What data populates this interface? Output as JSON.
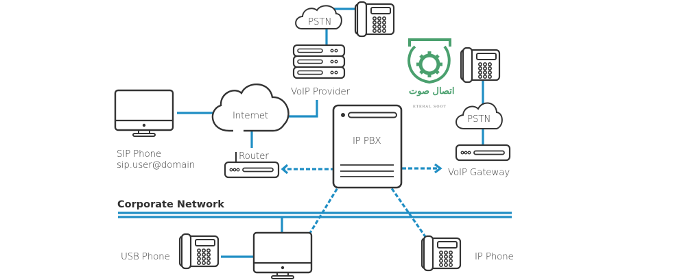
{
  "colors": {
    "link": "#1f8ec4",
    "outline": "#333333",
    "logo": "#4aa06e"
  },
  "labels": {
    "pstn_top": "PSTN",
    "voip_provider": "VoIP Provider",
    "internet": "Internet",
    "router": "Router",
    "sip_phone": "SIP Phone",
    "sip_address": "sip.user@domain",
    "ip_pbx": "IP PBX",
    "pstn_right": "PSTN",
    "voip_gateway": "VoIP Gateway",
    "corporate_network": "Corporate Network",
    "usb_phone": "USB Phone",
    "ip_phone": "IP Phone"
  },
  "logo": {
    "name": "Eternal Soot logo",
    "text": "اتصال صوت",
    "subtext": "ETERAL SOOT"
  },
  "connections": [
    {
      "from": "pstn_top",
      "to": "desk-phone-top",
      "style": "solid"
    },
    {
      "from": "pstn_top",
      "to": "voip_provider",
      "style": "solid"
    },
    {
      "from": "voip_provider",
      "to": "internet",
      "style": "solid"
    },
    {
      "from": "sip_phone",
      "to": "internet",
      "style": "solid"
    },
    {
      "from": "internet",
      "to": "router",
      "style": "solid"
    },
    {
      "from": "ip_pbx",
      "to": "router",
      "style": "dashed-arrow"
    },
    {
      "from": "ip_pbx",
      "to": "voip_gateway",
      "style": "dashed-arrow"
    },
    {
      "from": "voip_gateway",
      "to": "pstn_right",
      "style": "solid"
    },
    {
      "from": "pstn_right",
      "to": "desk-phone-right",
      "style": "solid"
    },
    {
      "from": "corporate_network",
      "to": "pc",
      "style": "solid"
    },
    {
      "from": "usb_phone",
      "to": "pc",
      "style": "solid"
    },
    {
      "from": "ip_pbx",
      "to": "pc",
      "style": "dashed-arrow"
    },
    {
      "from": "ip_pbx",
      "to": "ip_phone",
      "style": "dashed-arrow"
    }
  ]
}
